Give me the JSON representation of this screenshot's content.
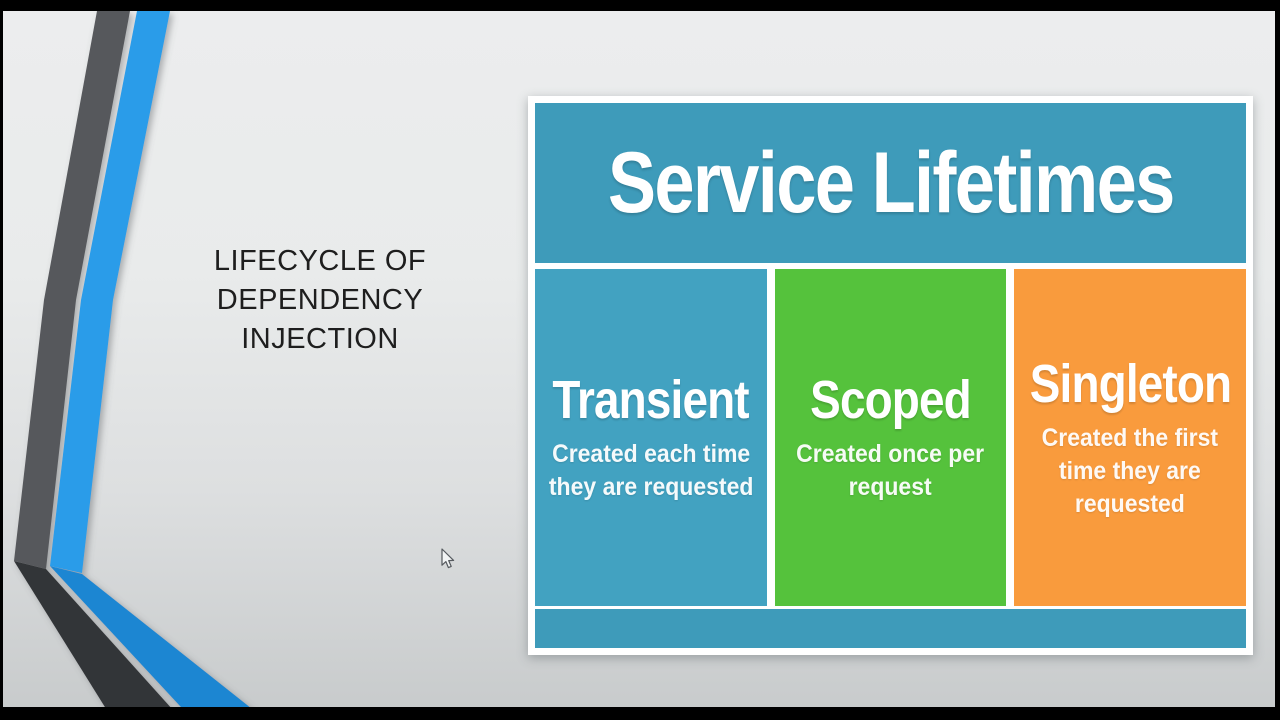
{
  "title": {
    "lines": [
      "LIFECYCLE OF",
      "DEPENDENCY",
      "INJECTION"
    ]
  },
  "graphic": {
    "header": "Service Lifetimes",
    "header_color": "#3e9bba",
    "footer_color": "#3e9bba",
    "columns": [
      {
        "name": "Transient",
        "color": "#42a2c1",
        "desc_lines": [
          "Created each time",
          "they are requested"
        ]
      },
      {
        "name": "Scoped",
        "color": "#55c23c",
        "desc_lines": [
          "Created once per",
          "request"
        ]
      },
      {
        "name": "Singleton",
        "color": "#f99b3d",
        "desc_lines": [
          "Created the first",
          "time they are",
          "requested"
        ]
      }
    ]
  },
  "decor": {
    "stripe_gray_upper": "#57585c",
    "stripe_gray_lower": "#323437",
    "stripe_blue_upper": "#2b9ce9",
    "stripe_blue_lower": "#1f86d2"
  }
}
